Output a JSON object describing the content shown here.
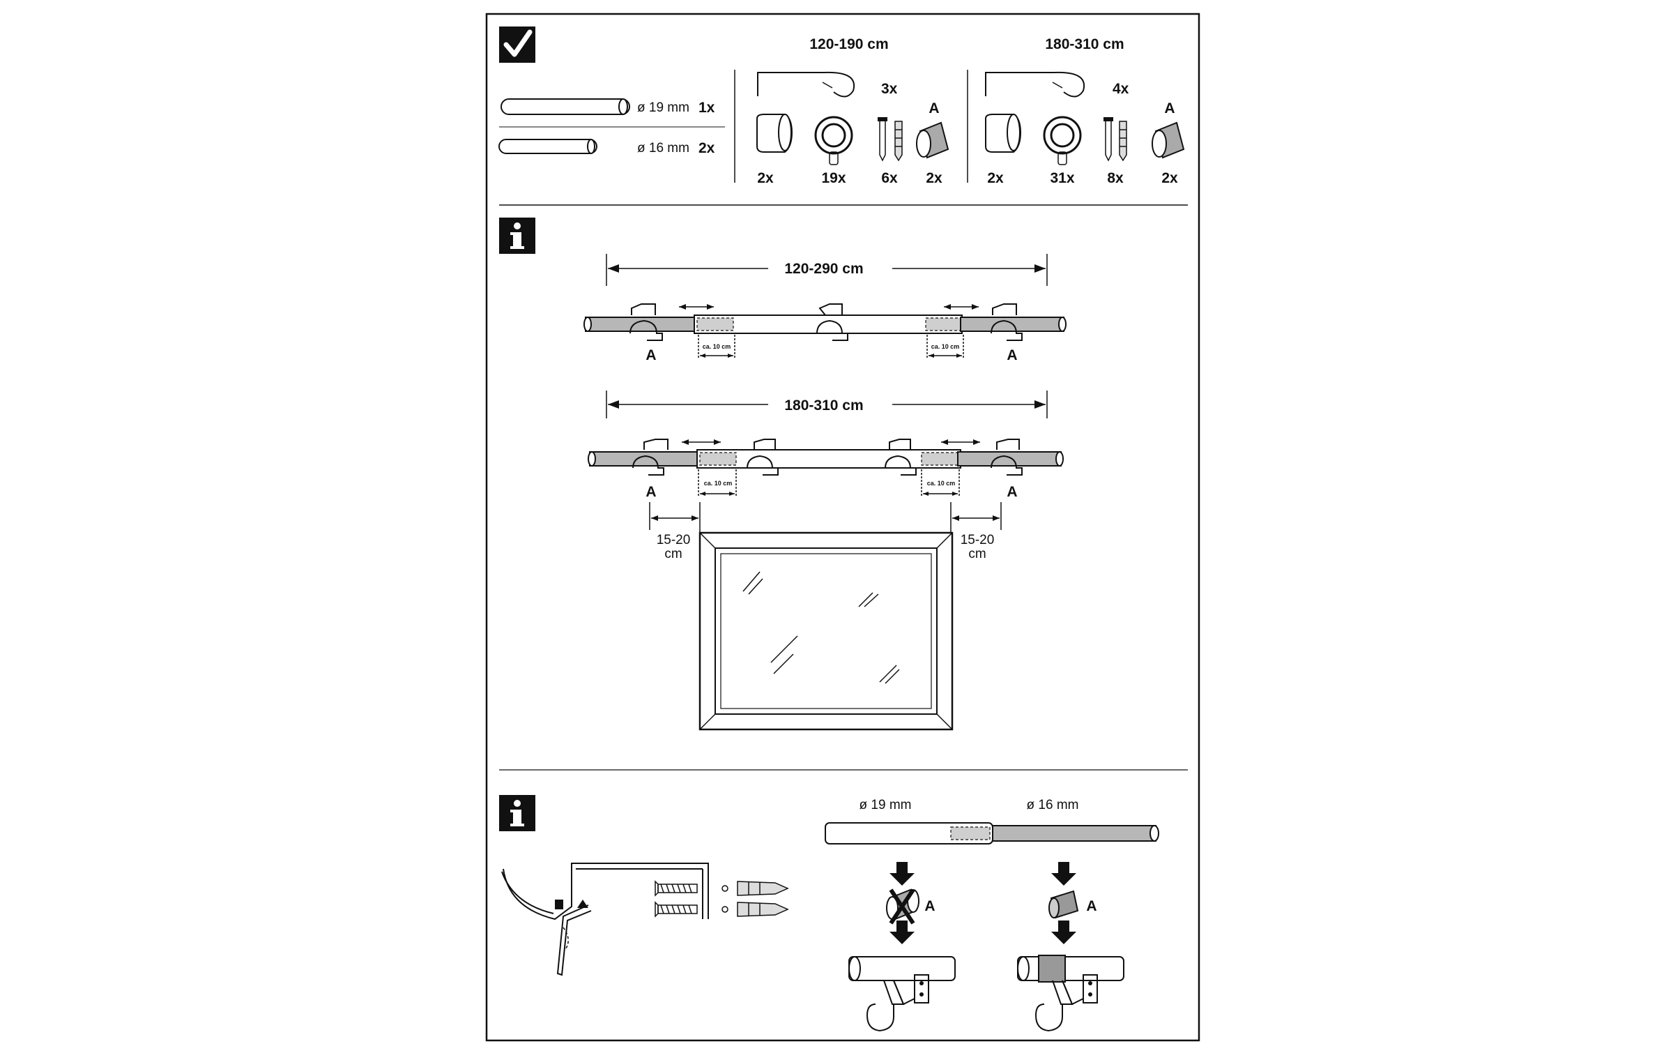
{
  "parts_panel": {
    "check_icon": "check-mark-icon",
    "rods": [
      {
        "label": "ø 19 mm",
        "qty": "1x"
      },
      {
        "label": "ø 16 mm",
        "qty": "2x"
      }
    ],
    "kits": [
      {
        "range": "120-190 cm",
        "bracket_qty": "3x",
        "end_cap_qty": "2x",
        "ring_qty": "19x",
        "screw_qty": "6x",
        "connector_letter": "A",
        "connector_qty": "2x"
      },
      {
        "range": "180-310 cm",
        "bracket_qty": "4x",
        "end_cap_qty": "2x",
        "ring_qty": "31x",
        "screw_qty": "8x",
        "connector_letter": "A",
        "connector_qty": "2x"
      }
    ]
  },
  "info_panel_1": {
    "info_icon": "info-icon",
    "rod_short": {
      "range": "120-290 cm",
      "overlap_left": "ca. 10 cm",
      "overlap_right": "ca. 10 cm",
      "connector_left": "A",
      "connector_right": "A"
    },
    "rod_long": {
      "range": "180-310 cm",
      "overlap_left": "ca. 10 cm",
      "overlap_right": "ca. 10 cm",
      "connector_left": "A",
      "connector_right": "A"
    },
    "side_margin_left": {
      "value": "15-20",
      "unit": "cm"
    },
    "side_margin_right": {
      "value": "15-20",
      "unit": "cm"
    }
  },
  "info_panel_2": {
    "info_icon": "info-icon",
    "rod_dia_large": "ø 19 mm",
    "rod_dia_small": "ø 16 mm",
    "wrong_connector_letter": "A",
    "right_connector_letter": "A"
  }
}
